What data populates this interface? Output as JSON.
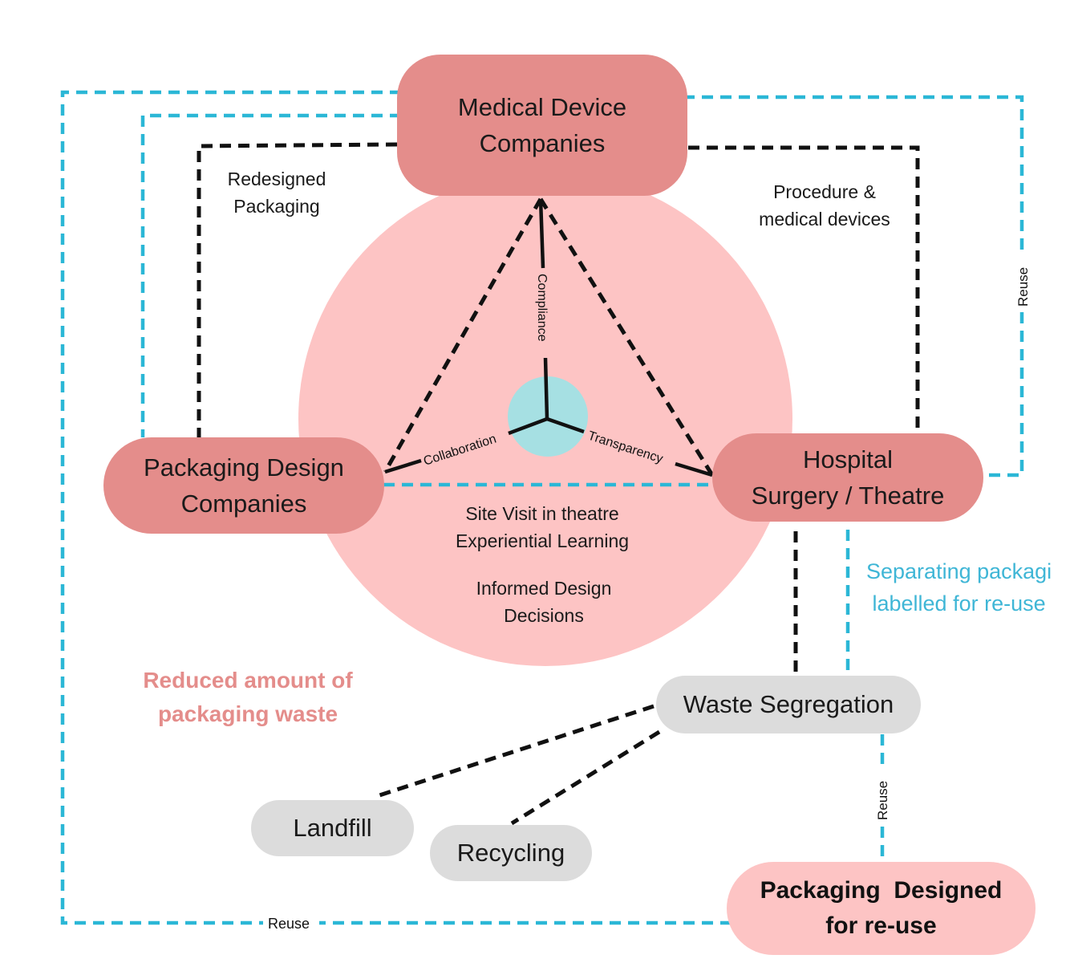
{
  "nodes": {
    "medical_device": [
      "Medical Device",
      "Companies"
    ],
    "packaging_design": [
      "Packaging Design",
      "Companies"
    ],
    "hospital": [
      "Hospital",
      "Surgery / Theatre"
    ],
    "waste_segregation": "Waste Segregation",
    "landfill": "Landfill",
    "recycling": "Recycling",
    "packaging_reuse": [
      "Packaging  Designed",
      "for re-use"
    ]
  },
  "labels": {
    "redesigned_packaging": [
      "Redesigned",
      "Packaging"
    ],
    "procedure_devices": [
      "Procedure &",
      "medical devices"
    ],
    "site_visit": [
      "Site Visit in theatre",
      "Experiential Learning"
    ],
    "informed_design": [
      "Informed Design",
      "Decisions"
    ],
    "reduced_waste": [
      "Reduced amount of",
      "packaging waste"
    ],
    "separating": [
      "Separating packagi",
      " labelled for re-use"
    ],
    "compliance": "Compliance",
    "collaboration": "Collaboration",
    "transparency": "Transparency",
    "reuse_right": "Reuse",
    "reuse_bottom": "Reuse",
    "reuse_mid": "Reuse"
  },
  "colors": {
    "node_dark": "#e48d8b",
    "circle": "#fdc4c4",
    "center": "#a6e0e3",
    "gray": "#dcdcdc",
    "cyan_line": "#2bb7d6",
    "black_line": "#111111",
    "reduced_text": "#e48d8b"
  }
}
